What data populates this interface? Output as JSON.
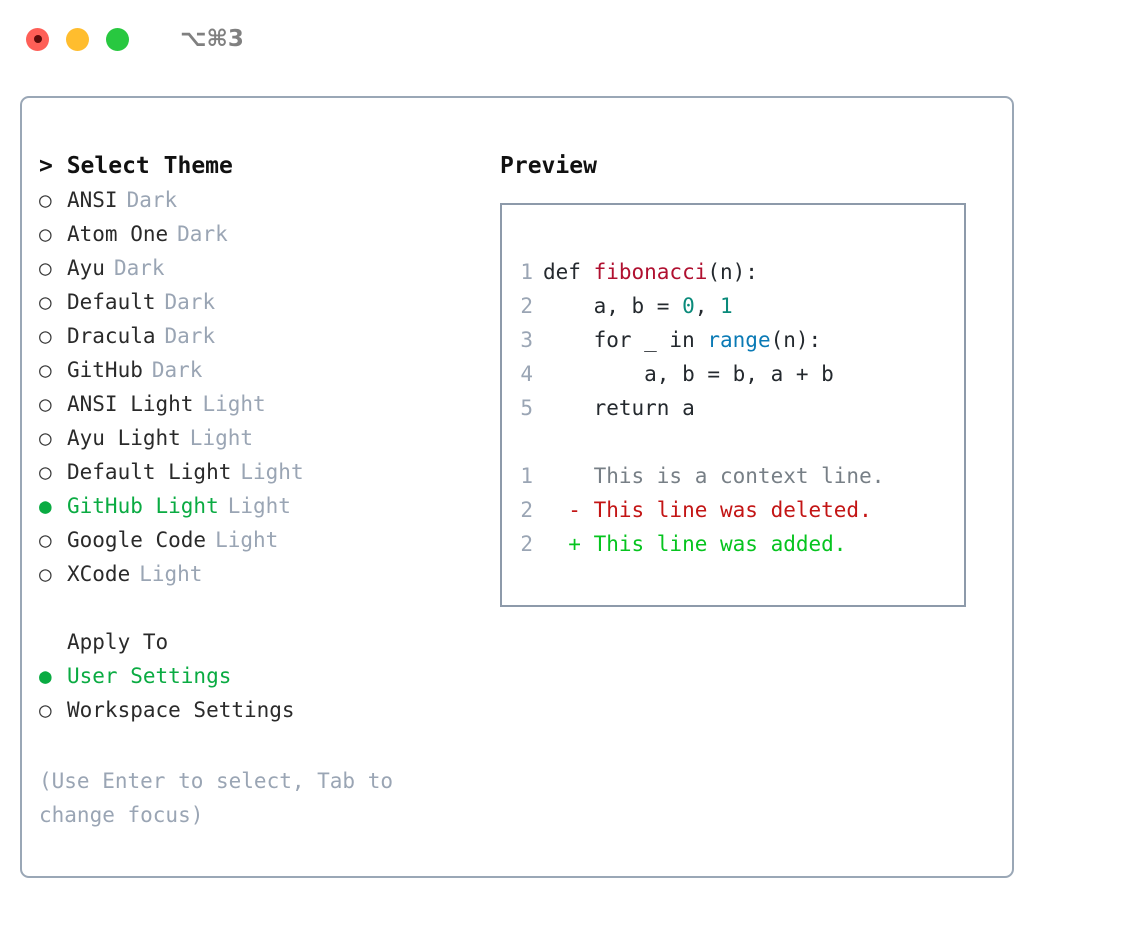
{
  "titlebar": {
    "shortcut": "⌥⌘3",
    "lights": [
      {
        "name": "close",
        "color": "#fe5f57"
      },
      {
        "name": "minimize",
        "color": "#ffbd2e"
      },
      {
        "name": "maximize",
        "color": "#28c840"
      }
    ]
  },
  "theme_picker": {
    "heading": "> Select Theme",
    "bullet_unselected": "○",
    "bullet_selected": "●",
    "items": [
      {
        "label": "ANSI",
        "tag": "Dark",
        "selected": false
      },
      {
        "label": "Atom One",
        "tag": "Dark",
        "selected": false
      },
      {
        "label": "Ayu",
        "tag": "Dark",
        "selected": false
      },
      {
        "label": "Default",
        "tag": "Dark",
        "selected": false
      },
      {
        "label": "Dracula",
        "tag": "Dark",
        "selected": false
      },
      {
        "label": "GitHub",
        "tag": "Dark",
        "selected": false
      },
      {
        "label": "ANSI Light",
        "tag": "Light",
        "selected": false
      },
      {
        "label": "Ayu Light",
        "tag": "Light",
        "selected": false
      },
      {
        "label": "Default Light",
        "tag": "Light",
        "selected": false
      },
      {
        "label": "GitHub Light",
        "tag": "Light",
        "selected": true
      },
      {
        "label": "Google Code",
        "tag": "Light",
        "selected": false
      },
      {
        "label": "XCode",
        "tag": "Light",
        "selected": false
      }
    ]
  },
  "apply_to": {
    "heading": "Apply To",
    "items": [
      {
        "label": "User Settings",
        "selected": true
      },
      {
        "label": "Workspace Settings",
        "selected": false
      }
    ]
  },
  "hint": "(Use Enter to select, Tab to change focus)",
  "preview": {
    "title": "Preview",
    "code_lines": [
      {
        "num": "1",
        "tokens": [
          {
            "text": "def ",
            "kind": "plain"
          },
          {
            "text": "fibonacci",
            "kind": "fn"
          },
          {
            "text": "(n):",
            "kind": "plain"
          }
        ]
      },
      {
        "num": "2",
        "tokens": [
          {
            "text": "    a, b = ",
            "kind": "plain"
          },
          {
            "text": "0",
            "kind": "num"
          },
          {
            "text": ", ",
            "kind": "plain"
          },
          {
            "text": "1",
            "kind": "num"
          }
        ]
      },
      {
        "num": "3",
        "tokens": [
          {
            "text": "    for _ in ",
            "kind": "plain"
          },
          {
            "text": "range",
            "kind": "builtin"
          },
          {
            "text": "(n):",
            "kind": "plain"
          }
        ]
      },
      {
        "num": "4",
        "tokens": [
          {
            "text": "        a, b = b, a + b",
            "kind": "plain"
          }
        ]
      },
      {
        "num": "5",
        "tokens": [
          {
            "text": "    return a",
            "kind": "plain"
          }
        ]
      }
    ],
    "diff_lines": [
      {
        "num": "1",
        "marker": " ",
        "text": "This is a context line.",
        "kind": "context"
      },
      {
        "num": "2",
        "marker": "-",
        "text": "This line was deleted.",
        "kind": "del"
      },
      {
        "num": "2",
        "marker": "+",
        "text": "This line was added.",
        "kind": "add"
      }
    ]
  },
  "colors": {
    "accent_green": "#0aab42",
    "muted": "#9aa5b4",
    "border": "#9aa7b6",
    "code_border": "#8d9aaa",
    "diff_add": "#06c41f",
    "diff_del": "#c31515",
    "fn": "#b01030",
    "builtin": "#0a7ab5",
    "number": "#0a8a7a"
  }
}
